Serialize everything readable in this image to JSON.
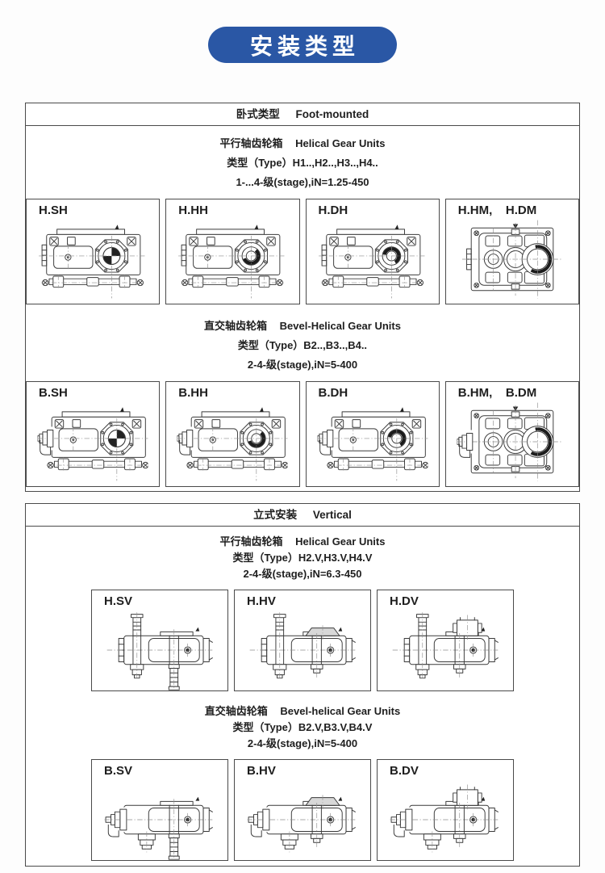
{
  "colors": {
    "accent_blue": "#2a57a5",
    "line": "#3a3a3a"
  },
  "banner": {
    "label": "安装类型"
  },
  "sections": [
    {
      "header_cn": "卧式类型",
      "header_en": "Foot-mounted",
      "groups": [
        {
          "title_cn": "平行轴齿轮箱",
          "title_en": "Helical Gear Units",
          "type_line": "类型（Type）H1..,H2..,H3..,H4..",
          "stage_line": "1-...4-级(stage),iN=1.25-450",
          "cells": [
            {
              "label": "H.SH",
              "drawing": "h-front-solid"
            },
            {
              "label": "H.HH",
              "drawing": "h-front-hollow"
            },
            {
              "label": "H.DH",
              "drawing": "h-front-disc"
            },
            {
              "label": "H.HM,    H.DM",
              "drawing": "h-top"
            }
          ]
        },
        {
          "title_cn": "直交轴齿轮箱",
          "title_en": "Bevel-Helical Gear Units",
          "type_line": "类型（Type）B2..,B3..,B4..",
          "stage_line": "2-4-级(stage),iN=5-400",
          "cells": [
            {
              "label": "B.SH",
              "drawing": "b-front-solid"
            },
            {
              "label": "B.HH",
              "drawing": "b-front-hollow"
            },
            {
              "label": "B.DH",
              "drawing": "b-front-disc"
            },
            {
              "label": "B.HM,    B.DM",
              "drawing": "b-top"
            }
          ]
        }
      ]
    },
    {
      "header_cn": "立式安装",
      "header_en": "Vertical",
      "groups": [
        {
          "title_cn": "平行轴齿轮箱",
          "title_en": "Helical Gear Units",
          "type_line": "类型（Type）H2.V,H3.V,H4.V",
          "stage_line": "2-4-级(stage),iN=6.3-450",
          "cells": [
            {
              "label": "H.SV",
              "drawing": "h-vert-s"
            },
            {
              "label": "H.HV",
              "drawing": "h-vert-h"
            },
            {
              "label": "H.DV",
              "drawing": "h-vert-d"
            }
          ]
        },
        {
          "title_cn": "直交轴齿轮箱",
          "title_en": "Bevel-helical Gear Units",
          "type_line": "类型（Type）B2.V,B3.V,B4.V",
          "stage_line": "2-4-级(stage),iN=5-400",
          "cells": [
            {
              "label": "B.SV",
              "drawing": "b-vert-s"
            },
            {
              "label": "B.HV",
              "drawing": "b-vert-h"
            },
            {
              "label": "B.DV",
              "drawing": "b-vert-d"
            }
          ]
        }
      ]
    }
  ]
}
